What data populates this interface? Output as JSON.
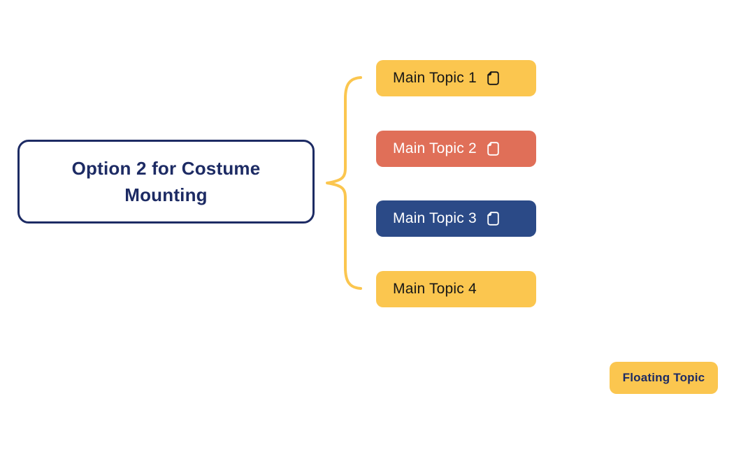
{
  "colors": {
    "background": "#FFFFFF",
    "yellow": "#FBC64F",
    "coral": "#E06F58",
    "navy": "#2B4A87",
    "dark_navy": "#1D2B64",
    "dark_text": "#161616",
    "white_text": "#FFFFFF"
  },
  "root_topic": {
    "label": "Option 2 for Costume Mounting"
  },
  "main_topics": [
    {
      "label": "Main Topic 1",
      "style": "yellow",
      "icon": "note-icon"
    },
    {
      "label": "Main Topic 2",
      "style": "coral",
      "icon": "note-icon"
    },
    {
      "label": "Main Topic 3",
      "style": "navy",
      "icon": "note-icon"
    },
    {
      "label": "Main Topic 4",
      "style": "yellow",
      "icon": null
    }
  ],
  "floating_topic": {
    "label": "Floating Topic"
  },
  "connector": {
    "type": "curly-brace",
    "color": "#FBC64F"
  }
}
